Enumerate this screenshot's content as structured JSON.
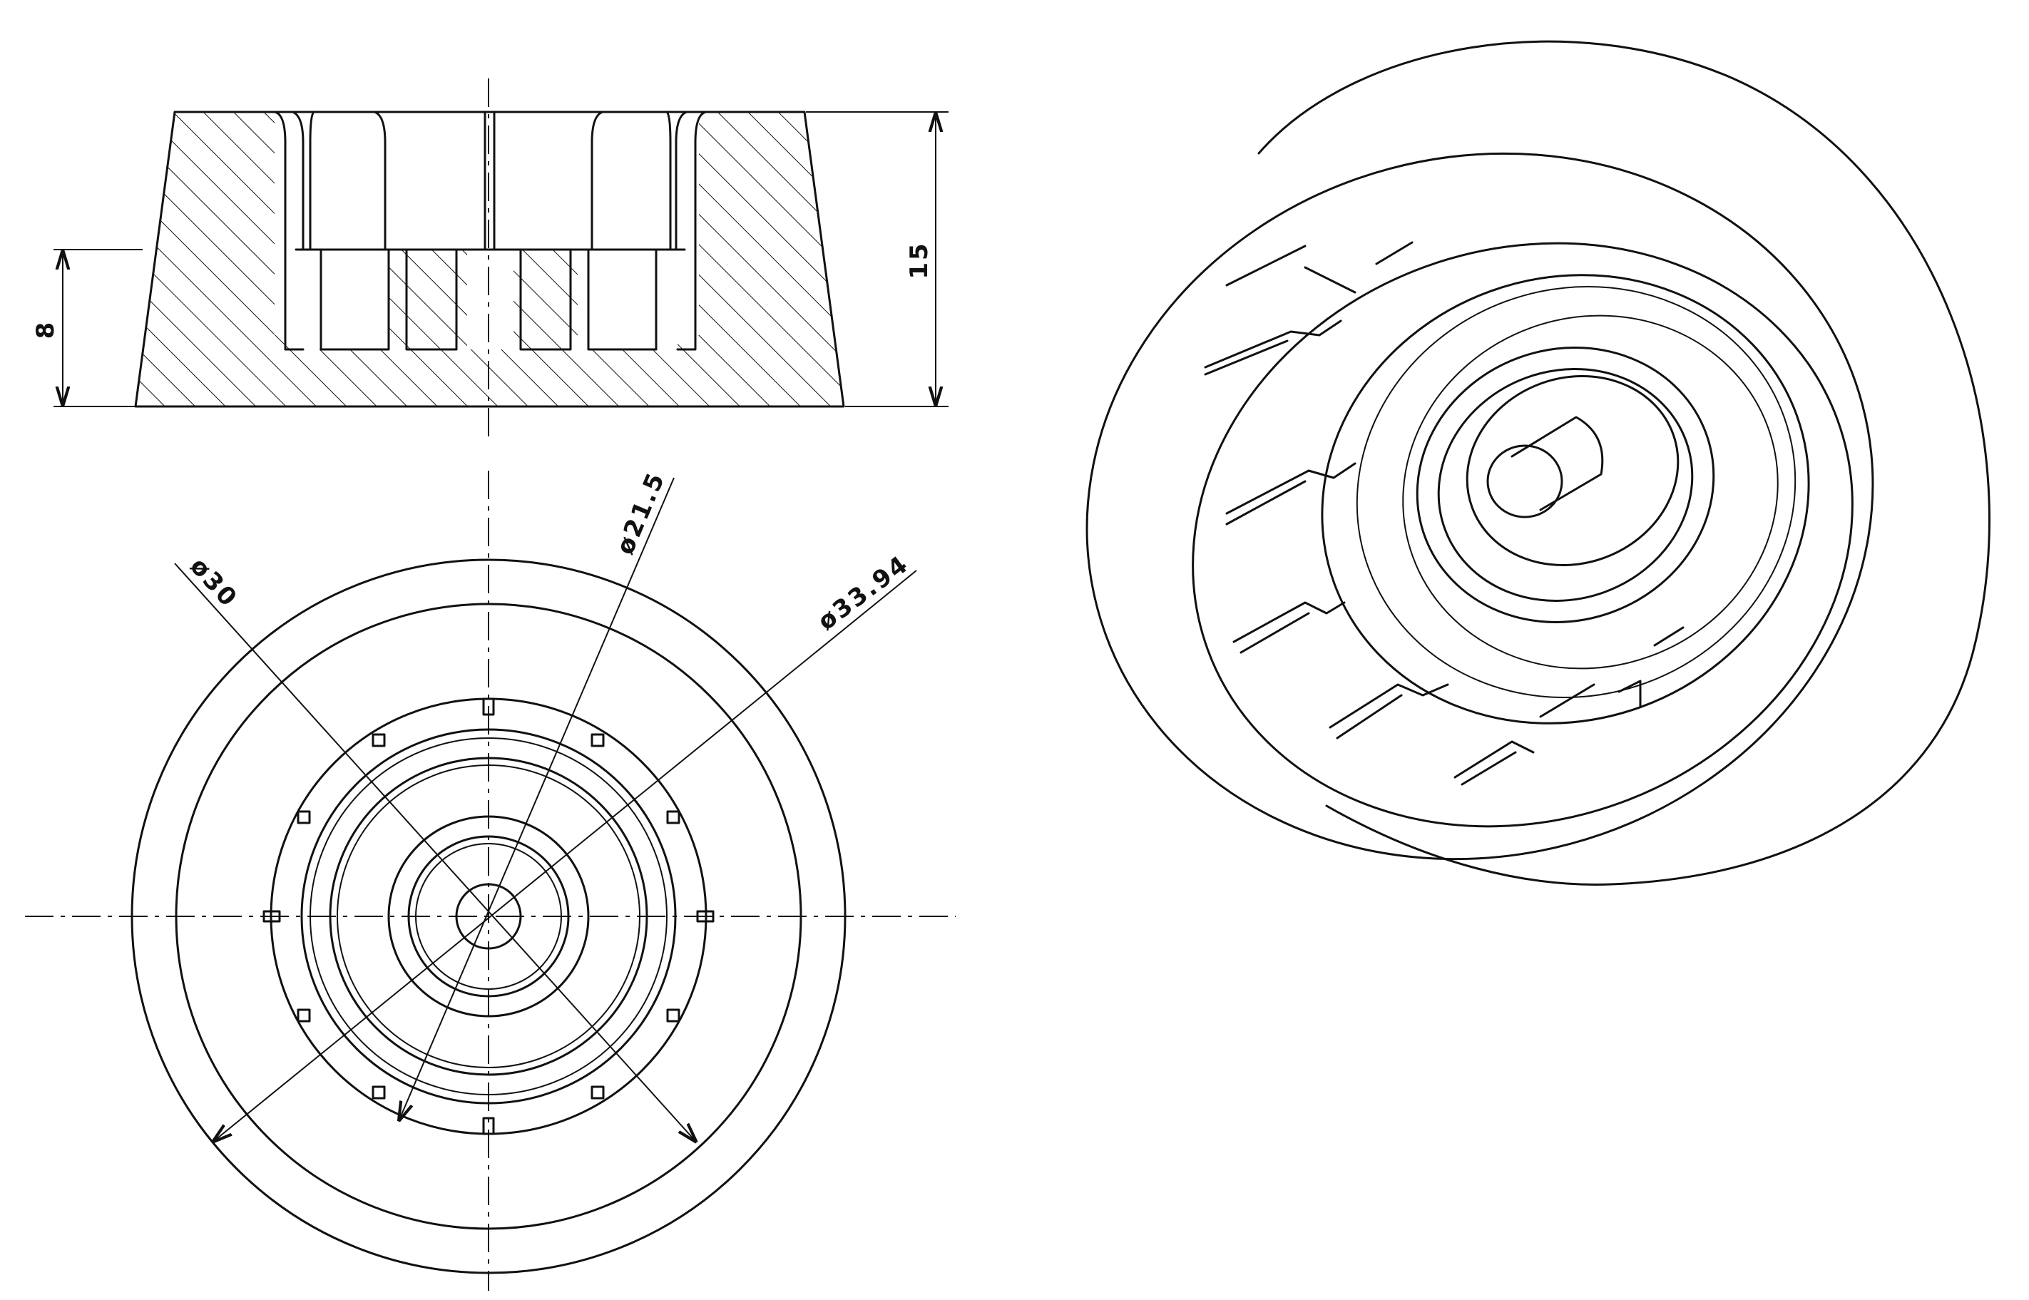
{
  "dimensions": {
    "section_height_total": "15",
    "section_height_inner": "8",
    "dia_outer_top": "ø30",
    "dia_inner": "ø21.5",
    "dia_outer_bottom": "ø33.94"
  }
}
